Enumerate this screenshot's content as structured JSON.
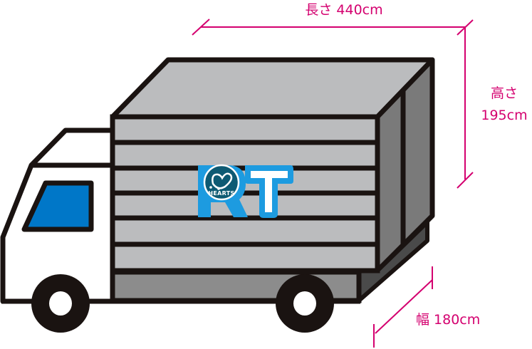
{
  "diagram": {
    "subject": "truck",
    "colors": {
      "dimension": "#d4006f",
      "outline": "#1a1311",
      "box_light": "#bbbcbe",
      "box_side": "#7a7a7a",
      "box_lower": "#8c8c8c",
      "box_lower_side": "#4a4a4a",
      "cab": "#ffffff",
      "window": "#0077c8",
      "logo_blue": "#1d9be0",
      "logo_teal": "#0e5a73"
    },
    "dimensions": {
      "length": {
        "label": "長さ 440cm"
      },
      "height": {
        "label_line1": "高さ",
        "label_line2": "195cm"
      },
      "width": {
        "label": "幅 180cm"
      }
    },
    "logo": {
      "letters": "RT",
      "badge_text": "HEARTS"
    }
  }
}
